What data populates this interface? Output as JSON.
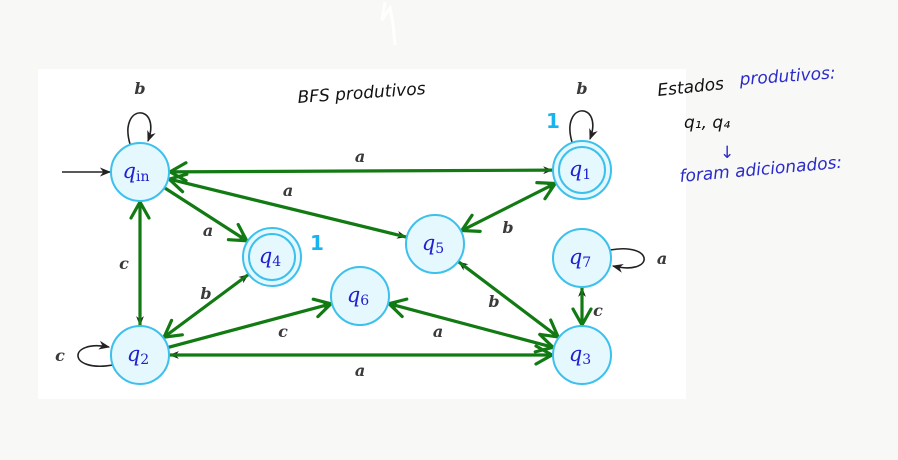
{
  "annotations": {
    "title": "BFS produtivos",
    "note_heading": "Estados",
    "note_heading_blue": "produtivos:",
    "note_states": "q₁, q₄",
    "note_arrow": "↓",
    "note_footer": "foram adicionados:",
    "mark_q1": "1",
    "mark_q4": "1"
  },
  "automaton": {
    "initial_state": "qin",
    "states": [
      {
        "id": "qin",
        "base": "q",
        "sub": "in",
        "accepting": false
      },
      {
        "id": "q1",
        "base": "q",
        "sub": "1",
        "accepting": true
      },
      {
        "id": "q2",
        "base": "q",
        "sub": "2",
        "accepting": false
      },
      {
        "id": "q3",
        "base": "q",
        "sub": "3",
        "accepting": false
      },
      {
        "id": "q4",
        "base": "q",
        "sub": "4",
        "accepting": true
      },
      {
        "id": "q5",
        "base": "q",
        "sub": "5",
        "accepting": false
      },
      {
        "id": "q6",
        "base": "q",
        "sub": "6",
        "accepting": false
      },
      {
        "id": "q7",
        "base": "q",
        "sub": "7",
        "accepting": false
      }
    ],
    "transitions": [
      {
        "from": "qin",
        "to": "qin",
        "label": "b",
        "highlighted": false
      },
      {
        "from": "qin",
        "to": "q1",
        "label": "a",
        "highlighted": true,
        "bfs_direction": "q1->qin"
      },
      {
        "from": "qin",
        "to": "q5",
        "label": "a",
        "highlighted": true,
        "bfs_direction": "q5->qin"
      },
      {
        "from": "qin",
        "to": "q4",
        "label": "a",
        "highlighted": true,
        "bfs_direction": "qin->q4"
      },
      {
        "from": "qin",
        "to": "q2",
        "label": "c",
        "highlighted": true,
        "bfs_direction": "q2->qin"
      },
      {
        "from": "q1",
        "to": "q1",
        "label": "b",
        "highlighted": false
      },
      {
        "from": "q5",
        "to": "q1",
        "label": "b",
        "highlighted": true,
        "bfs_direction": "both"
      },
      {
        "from": "q2",
        "to": "q2",
        "label": "c",
        "highlighted": false
      },
      {
        "from": "q2",
        "to": "q4",
        "label": "b",
        "highlighted": true,
        "bfs_direction": "q4->q2"
      },
      {
        "from": "q2",
        "to": "q6",
        "label": "c",
        "highlighted": true,
        "bfs_direction": "q2->q6"
      },
      {
        "from": "q3",
        "to": "q2",
        "label": "a",
        "highlighted": true,
        "bfs_direction": "q2->q3"
      },
      {
        "from": "q3",
        "to": "q6",
        "label": "a",
        "highlighted": true,
        "bfs_direction": "both"
      },
      {
        "from": "q3",
        "to": "q5",
        "label": "b",
        "highlighted": true,
        "bfs_direction": "q5->q3"
      },
      {
        "from": "q3",
        "to": "q7",
        "label": "c",
        "highlighted": true,
        "bfs_direction": "q7->q3"
      },
      {
        "from": "q7",
        "to": "q7",
        "label": "a",
        "highlighted": false
      }
    ]
  },
  "colors": {
    "state_stroke": "#3cc0ec",
    "state_fill": "#e4f8fe",
    "state_text": "#2020d0",
    "edge": "#222222",
    "bfs_edge": "#127a12",
    "annotation_blue": "#2b2bcc",
    "annotation_cyan": "#18b4f0"
  }
}
